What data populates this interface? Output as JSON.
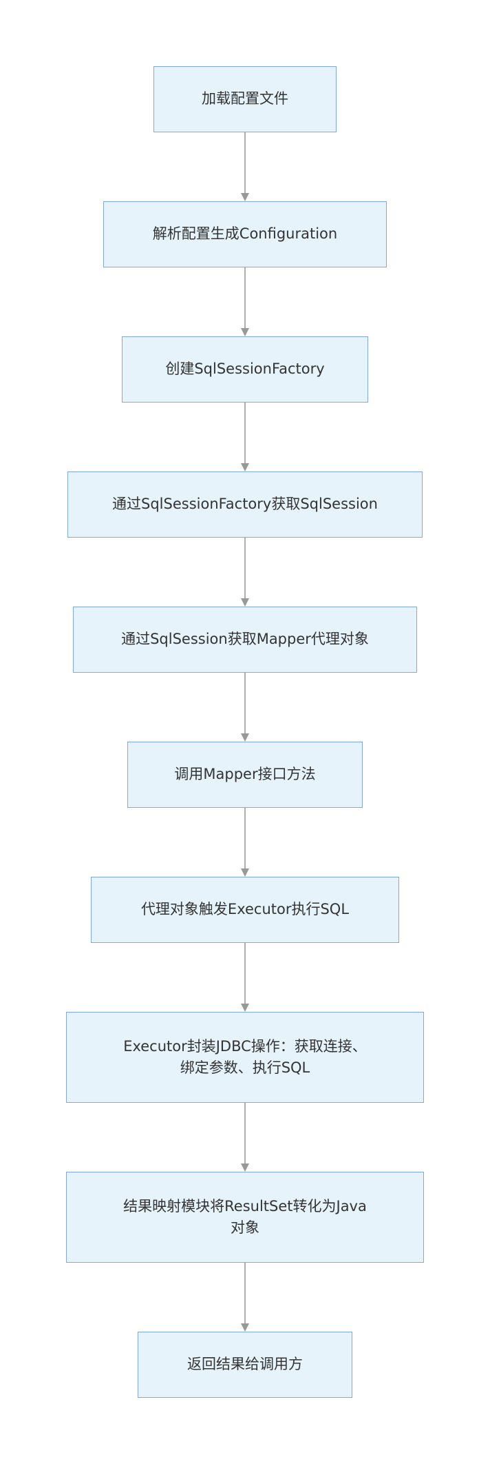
{
  "colors": {
    "node_fill": "#e6f3fb",
    "node_border": "#7fa9e6",
    "edge": "#999999",
    "text": "#333333",
    "background": "#ffffff"
  },
  "steps": [
    {
      "label": "加载配置文件"
    },
    {
      "label": "解析配置生成Configuration"
    },
    {
      "label": "创建SqlSessionFactory"
    },
    {
      "label": "通过SqlSessionFactory获取SqlSession"
    },
    {
      "label": "通过SqlSession获取Mapper代理对象"
    },
    {
      "label": "调用Mapper接口方法"
    },
    {
      "label": "代理对象触发Executor执行SQL"
    },
    {
      "label_line1": "Executor封装JDBC操作：获取连接、",
      "label_line2": "绑定参数、执行SQL"
    },
    {
      "label_line1": "结果映射模块将ResultSet转化为Java",
      "label_line2": "对象"
    },
    {
      "label": "返回结果给调用方"
    }
  ]
}
